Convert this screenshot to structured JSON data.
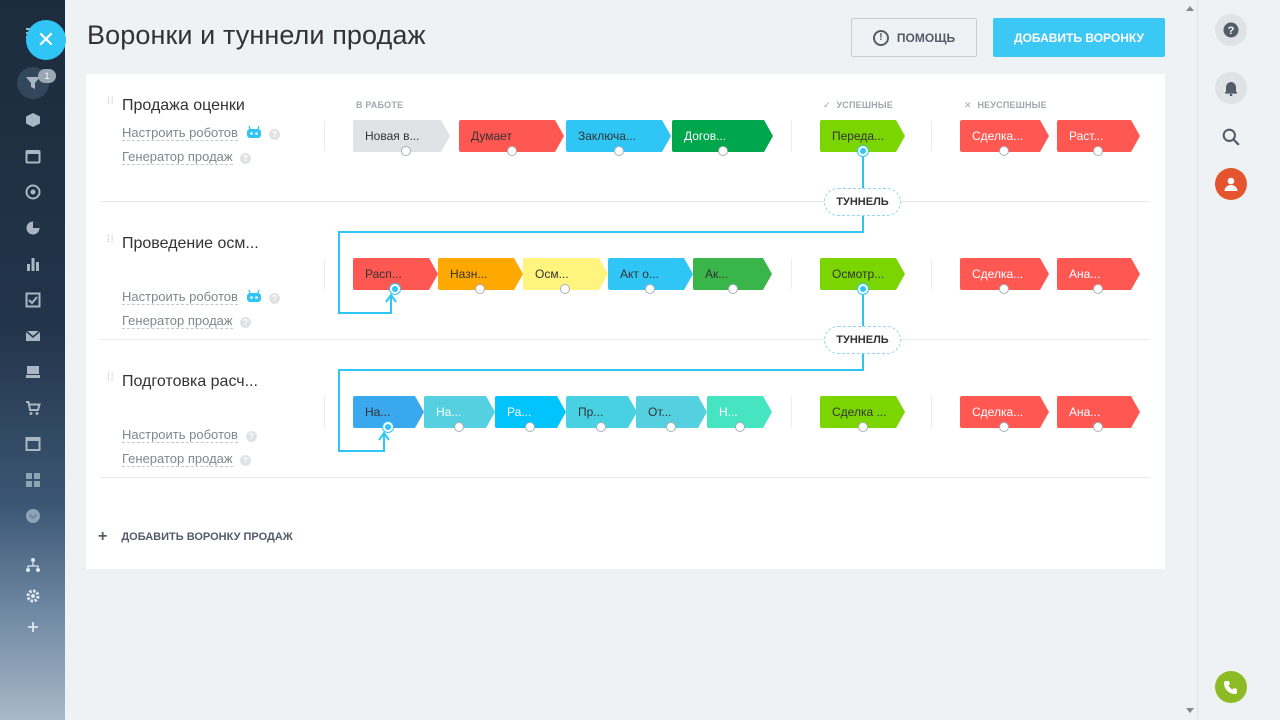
{
  "header": {
    "title": "Воронки и туннели продаж",
    "help_label": "ПОМОЩЬ",
    "add_funnel_label": "ДОБАВИТЬ ВОРОНКУ"
  },
  "left_rail": {
    "funnel_badge_count": "1",
    "icons": [
      "menu-icon",
      "funnel-icon",
      "cube-icon",
      "calendar-icon",
      "target-icon",
      "pie-icon",
      "bar-chart-icon",
      "checkbox-icon",
      "mail-icon",
      "inbox-icon",
      "cart-icon",
      "window-icon",
      "grid-icon",
      "chevron-down-icon",
      "sitemap-icon",
      "gear-icon",
      "plus-icon"
    ]
  },
  "right_rail": {
    "icons": [
      "help-icon",
      "bell-icon",
      "search-icon",
      "user-icon",
      "phone-icon"
    ]
  },
  "groups": {
    "in_work": "В РАБОТЕ",
    "success": "УСПЕШНЫЕ",
    "fail": "НЕУСПЕШНЫЕ"
  },
  "tunnel_label": "ТУННЕЛЬ",
  "funnels": [
    {
      "title": "Продажа оценки",
      "robots_link": "Настроить роботов",
      "generator_link": "Генератор продаж",
      "stages": [
        {
          "label": "Новая в...",
          "color": "#dfe3e6",
          "text": "dark"
        },
        {
          "label": "Думает",
          "color": "#ff5752",
          "text": "dark"
        },
        {
          "label": "Заключа...",
          "color": "#2fc6f6",
          "text": "dark"
        },
        {
          "label": "Догов...",
          "color": "#00a64c",
          "text": "light"
        }
      ],
      "success": {
        "label": "Переда...",
        "color": "#7bd500"
      },
      "fails": [
        {
          "label": "Сделка...",
          "color": "#ff5752"
        },
        {
          "label": "Раст...",
          "color": "#ff5752"
        }
      ]
    },
    {
      "title": "Проведение осм...",
      "robots_link": "Настроить роботов",
      "generator_link": "Генератор продаж",
      "stages": [
        {
          "label": "Расп...",
          "color": "#ff5752",
          "text": "dark"
        },
        {
          "label": "Назн...",
          "color": "#ffa900",
          "text": "dark"
        },
        {
          "label": "Осм...",
          "color": "#fff47e",
          "text": "dark"
        },
        {
          "label": "Акт о...",
          "color": "#2fc6f6",
          "text": "dark"
        },
        {
          "label": "Ак...",
          "color": "#39b54a",
          "text": "dark"
        }
      ],
      "success": {
        "label": "Осмотр...",
        "color": "#7bd500"
      },
      "fails": [
        {
          "label": "Сделка...",
          "color": "#ff5752"
        },
        {
          "label": "Ана...",
          "color": "#ff5752"
        }
      ]
    },
    {
      "title": "Подготовка расч...",
      "robots_link": "Настроить роботов",
      "generator_link": "Генератор продаж",
      "stages": [
        {
          "label": "На...",
          "color": "#39a8ef",
          "text": "dark"
        },
        {
          "label": "На...",
          "color": "#55d0e0",
          "text": "light"
        },
        {
          "label": "Ра...",
          "color": "#00c4fb",
          "text": "light"
        },
        {
          "label": "Пр...",
          "color": "#47d1e2",
          "text": "dark"
        },
        {
          "label": "От...",
          "color": "#55d0e0",
          "text": "dark"
        },
        {
          "label": "Н...",
          "color": "#47e4c2",
          "text": "light"
        }
      ],
      "success": {
        "label": "Сделка ...",
        "color": "#7bd500"
      },
      "fails": [
        {
          "label": "Сделка...",
          "color": "#ff5752"
        },
        {
          "label": "Ана...",
          "color": "#ff5752"
        }
      ]
    }
  ],
  "add_sales_funnel_label": "ДОБАВИТЬ ВОРОНКУ ПРОДАЖ"
}
